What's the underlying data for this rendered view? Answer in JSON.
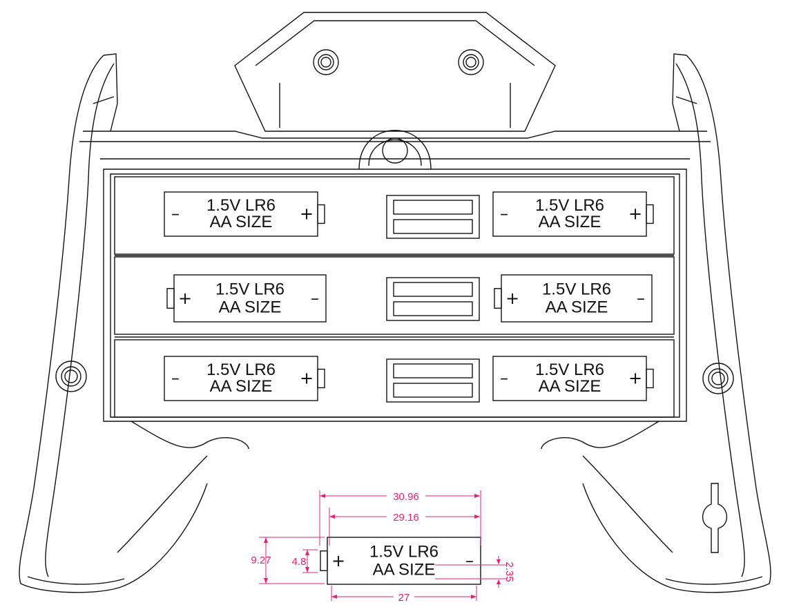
{
  "battery": {
    "voltage_label": "1.5V LR6",
    "size_label": "AA SIZE",
    "plus_sign": "+",
    "minus_sign": "–"
  },
  "dimensions": {
    "overall_length": "30.96",
    "body_length": "29.16",
    "label_width": "27",
    "diameter": "9.27",
    "terminal_height": "4.8",
    "terminal_offset": "2.35"
  },
  "colors": {
    "line": "#111111",
    "dimension": "#e0207a",
    "background": "#ffffff"
  }
}
